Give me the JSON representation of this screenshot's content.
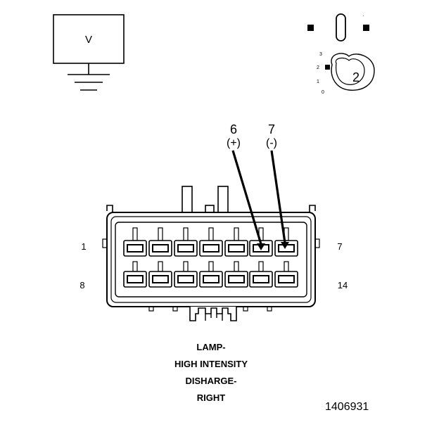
{
  "meter": {
    "label": "V"
  },
  "selector": {
    "positions": [
      "3",
      "2",
      "1",
      "0"
    ],
    "selected": "2"
  },
  "probes": [
    {
      "pin": "6",
      "polarity": "(+)"
    },
    {
      "pin": "7",
      "polarity": "(-)"
    }
  ],
  "connector": {
    "pin_labels": {
      "top_left": "1",
      "top_right": "7",
      "bottom_left": "8",
      "bottom_right": "14"
    }
  },
  "caption": {
    "lines": [
      "LAMP-",
      "HIGH INTENSITY",
      "DISHARGE-",
      "RIGHT"
    ]
  },
  "figure_id": "1406931"
}
